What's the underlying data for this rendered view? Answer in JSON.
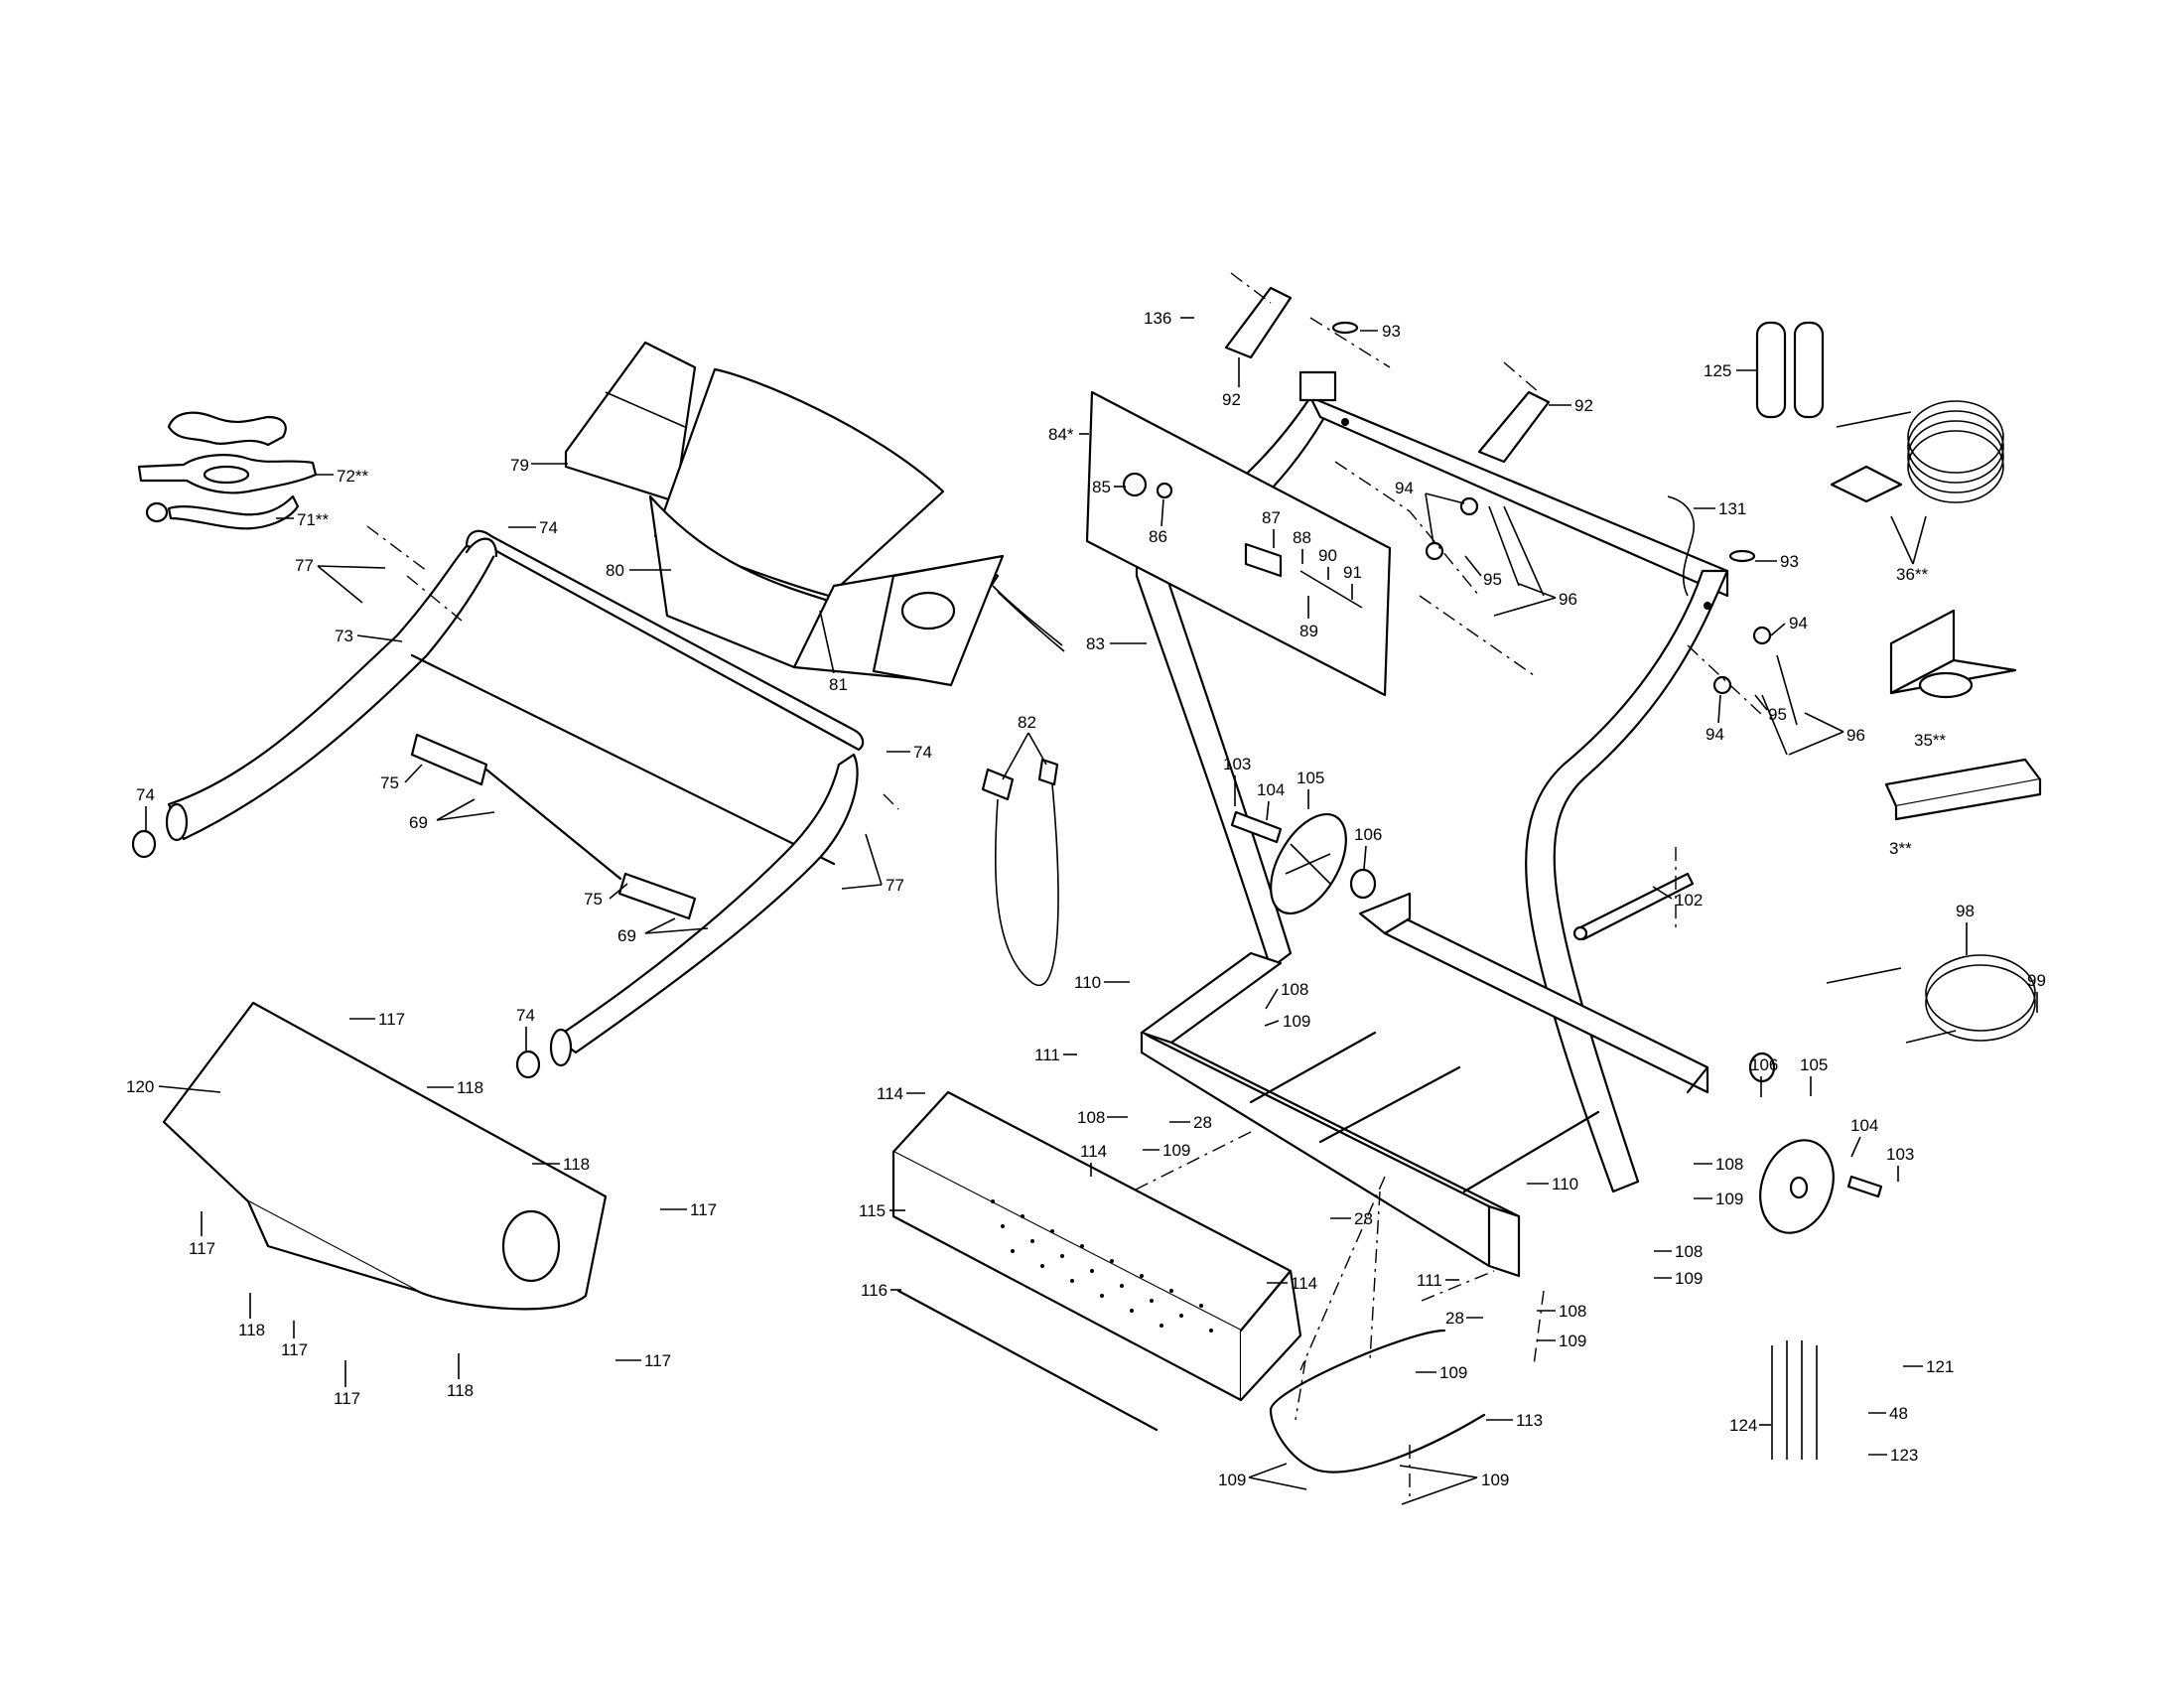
{
  "diagram": {
    "callouts": [
      {
        "label": "136"
      },
      {
        "label": "92"
      },
      {
        "label": "93"
      },
      {
        "label": "92"
      },
      {
        "label": "125"
      },
      {
        "label": "79"
      },
      {
        "label": "72**"
      },
      {
        "label": "71**"
      },
      {
        "label": "84*"
      },
      {
        "label": "85"
      },
      {
        "label": "86"
      },
      {
        "label": "87"
      },
      {
        "label": "88"
      },
      {
        "label": "90"
      },
      {
        "label": "89"
      },
      {
        "label": "91"
      },
      {
        "label": "94"
      },
      {
        "label": "95"
      },
      {
        "label": "96"
      },
      {
        "label": "131"
      },
      {
        "label": "93"
      },
      {
        "label": "36**"
      },
      {
        "label": "74"
      },
      {
        "label": "77"
      },
      {
        "label": "80"
      },
      {
        "label": "73"
      },
      {
        "label": "81"
      },
      {
        "label": "83"
      },
      {
        "label": "94"
      },
      {
        "label": "95"
      },
      {
        "label": "96"
      },
      {
        "label": "94"
      },
      {
        "label": "35**"
      },
      {
        "label": "74"
      },
      {
        "label": "75"
      },
      {
        "label": "82"
      },
      {
        "label": "74"
      },
      {
        "label": "69"
      },
      {
        "label": "103"
      },
      {
        "label": "104"
      },
      {
        "label": "105"
      },
      {
        "label": "106"
      },
      {
        "label": "3**"
      },
      {
        "label": "102"
      },
      {
        "label": "75"
      },
      {
        "label": "77"
      },
      {
        "label": "69"
      },
      {
        "label": "98"
      },
      {
        "label": "110"
      },
      {
        "label": "108"
      },
      {
        "label": "109"
      },
      {
        "label": "99"
      },
      {
        "label": "74"
      },
      {
        "label": "117"
      },
      {
        "label": "111"
      },
      {
        "label": "118"
      },
      {
        "label": "120"
      },
      {
        "label": "114"
      },
      {
        "label": "108"
      },
      {
        "label": "28"
      },
      {
        "label": "106"
      },
      {
        "label": "105"
      },
      {
        "label": "118"
      },
      {
        "label": "114"
      },
      {
        "label": "109"
      },
      {
        "label": "104"
      },
      {
        "label": "103"
      },
      {
        "label": "108"
      },
      {
        "label": "110"
      },
      {
        "label": "117"
      },
      {
        "label": "109"
      },
      {
        "label": "115"
      },
      {
        "label": "28"
      },
      {
        "label": "117"
      },
      {
        "label": "108"
      },
      {
        "label": "109"
      },
      {
        "label": "114"
      },
      {
        "label": "111"
      },
      {
        "label": "116"
      },
      {
        "label": "28"
      },
      {
        "label": "108"
      },
      {
        "label": "109"
      },
      {
        "label": "121"
      },
      {
        "label": "118"
      },
      {
        "label": "117"
      },
      {
        "label": "117"
      },
      {
        "label": "109"
      },
      {
        "label": "118"
      },
      {
        "label": "113"
      },
      {
        "label": "48"
      },
      {
        "label": "124"
      },
      {
        "label": "117"
      },
      {
        "label": "123"
      },
      {
        "label": "109"
      },
      {
        "label": "109"
      }
    ]
  }
}
